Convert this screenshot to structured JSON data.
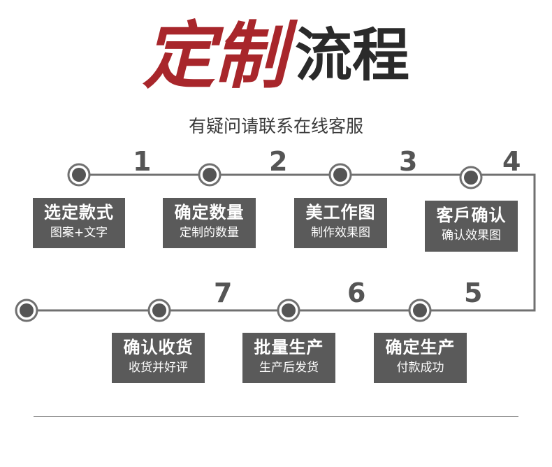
{
  "title": {
    "red": "定制",
    "dark": "流程"
  },
  "subtitle": "有疑问请联系在线客服",
  "steps": [
    {
      "number": "1",
      "title": "选定款式",
      "sub": "图案+文字"
    },
    {
      "number": "2",
      "title": "确定数量",
      "sub": "定制的数量"
    },
    {
      "number": "3",
      "title": "美工作图",
      "sub": "制作效果图"
    },
    {
      "number": "4",
      "title": "客戶确认",
      "sub": "确认效果图"
    },
    {
      "number": "5",
      "title": "确定生产",
      "sub": "付款成功"
    },
    {
      "number": "6",
      "title": "批量生产",
      "sub": "生产后发货"
    },
    {
      "number": "7",
      "title": "确认收货",
      "sub": "收货并好评"
    }
  ],
  "colors": {
    "title_red": "#a8262b",
    "box_bg": "#5a5a5a",
    "line": "#707070"
  }
}
